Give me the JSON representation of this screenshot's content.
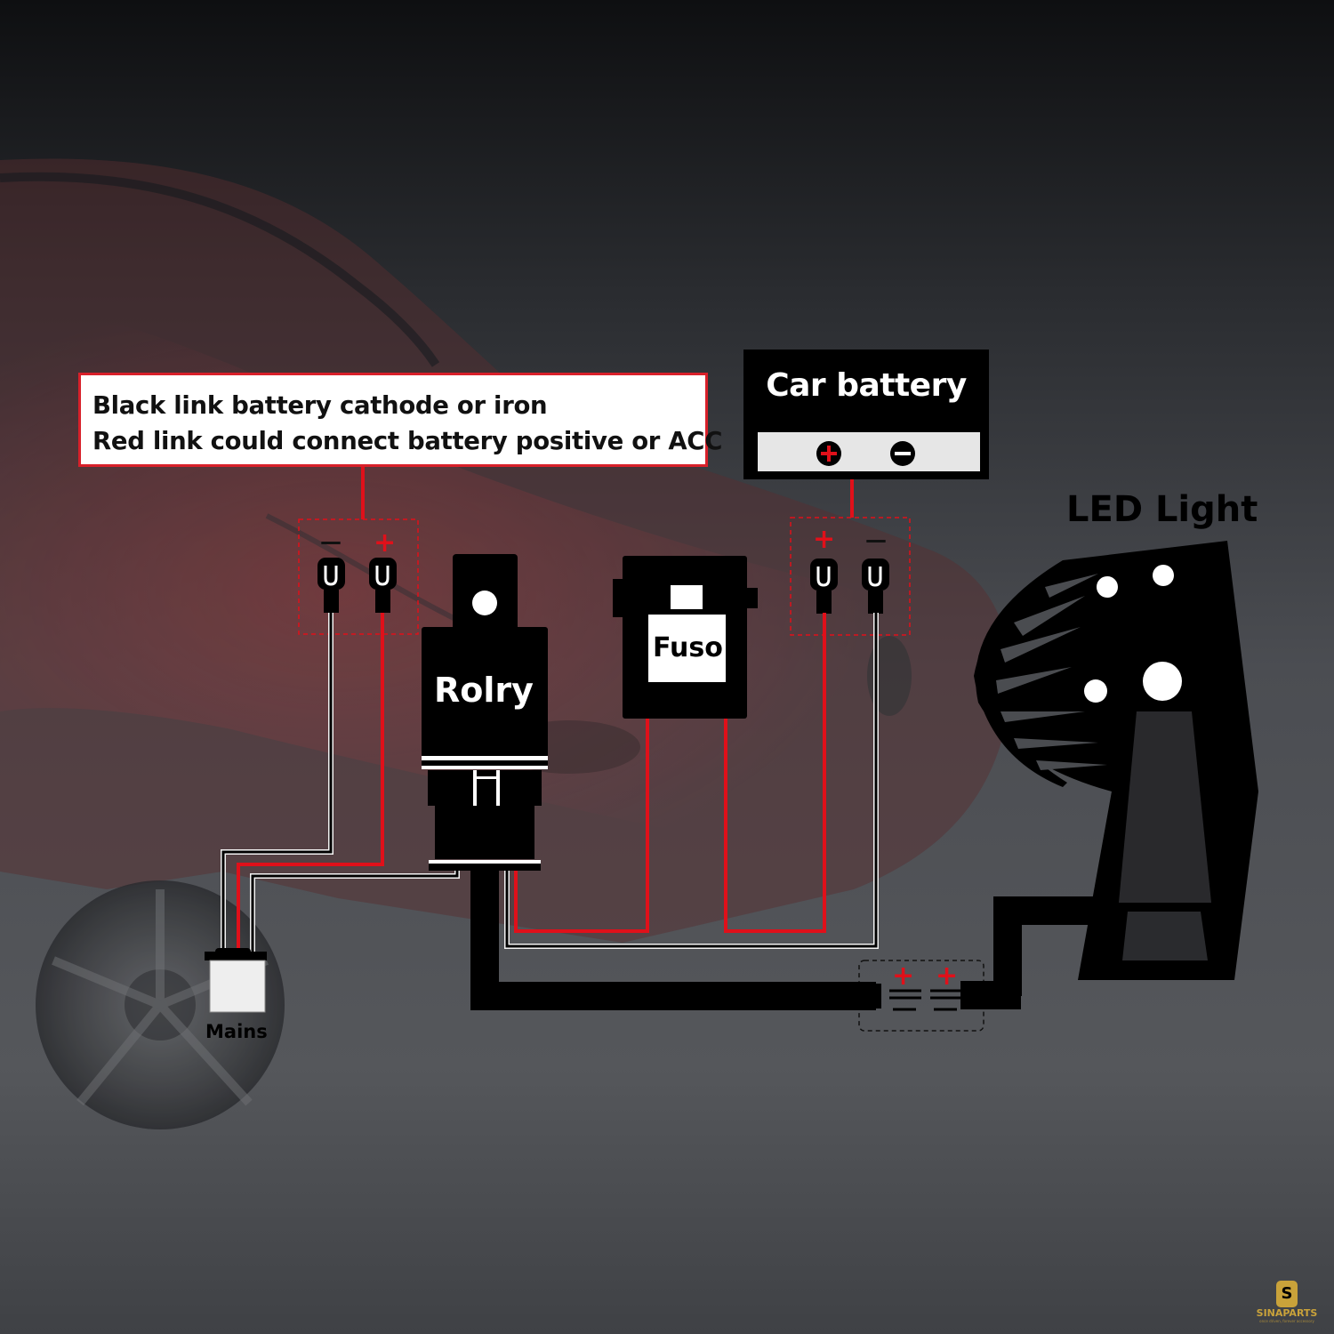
{
  "note": {
    "line1": "Black link battery cathode or iron",
    "line2": "Red link could connect battery positive or ACC"
  },
  "battery": {
    "title": "Car battery",
    "positive_icon": "plus-circle-icon",
    "negative_icon": "minus-circle-icon"
  },
  "labels": {
    "relay": "Rolry",
    "fuse": "Fuso",
    "led_light": "LED Light",
    "mains": "Mains"
  },
  "terminal_signs": {
    "left_neg": "—",
    "left_pos": "+",
    "right_pos": "+",
    "right_neg": "—",
    "connector_pos_1": "+",
    "connector_pos_2": "+"
  },
  "colors": {
    "red_wire": "#e0101a",
    "black_wire": "#000000",
    "highlight_border": "#d8202a",
    "brand": "#c9a23a"
  },
  "brand": {
    "mark": "S",
    "name": "SINAPARTS",
    "tagline": "once driven, forever accessory"
  }
}
